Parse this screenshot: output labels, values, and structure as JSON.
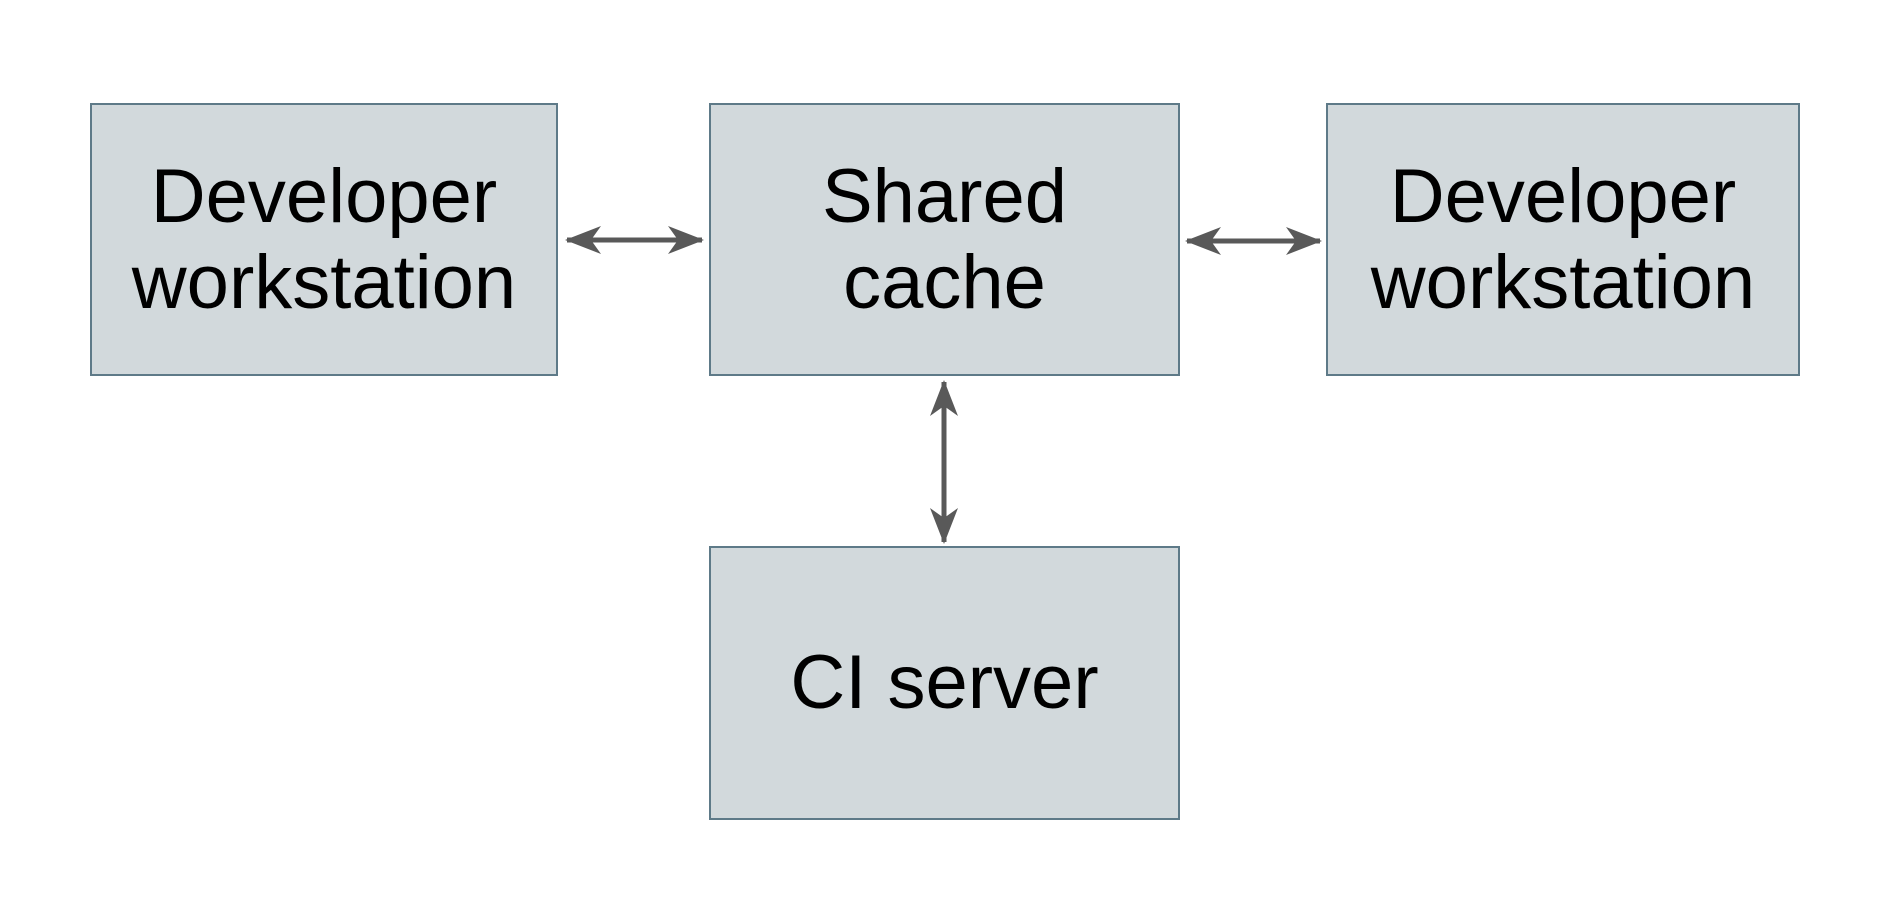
{
  "diagram": {
    "nodes": {
      "workstation_left": {
        "line1": "Developer",
        "line2": "workstation"
      },
      "shared_cache": {
        "line1": "Shared",
        "line2": "cache"
      },
      "workstation_right": {
        "line1": "Developer",
        "line2": "workstation"
      },
      "ci_server": {
        "line1": "CI server"
      }
    },
    "edges": [
      {
        "from": "Developer workstation (left)",
        "to": "Shared cache",
        "direction": "bidirectional"
      },
      {
        "from": "Shared cache",
        "to": "Developer workstation (right)",
        "direction": "bidirectional"
      },
      {
        "from": "Shared cache",
        "to": "CI server",
        "direction": "bidirectional"
      }
    ],
    "colors": {
      "node_fill": "#d2d9dc",
      "node_border": "#5e7a88",
      "arrow": "#595959",
      "text": "#000000",
      "background": "#ffffff"
    }
  }
}
